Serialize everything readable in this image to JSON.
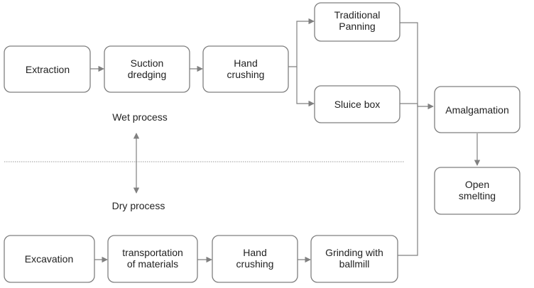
{
  "nodes": {
    "extraction": [
      "Extraction"
    ],
    "suction_dredging": [
      "Suction",
      "dredging"
    ],
    "hand_crushing_wet": [
      "Hand",
      "crushing"
    ],
    "traditional_panning": [
      "Traditional",
      "Panning"
    ],
    "sluice_box": [
      "Sluice box"
    ],
    "amalgamation": [
      "Amalgamation"
    ],
    "open_smelting": [
      "Open",
      "smelting"
    ],
    "excavation": [
      "Excavation"
    ],
    "transportation": [
      "transportation",
      "of materials"
    ],
    "hand_crushing_dry": [
      "Hand",
      "crushing"
    ],
    "grinding": [
      "Grinding with",
      "ballmill"
    ]
  },
  "labels": {
    "wet_process": "Wet process",
    "dry_process": "Dry process"
  },
  "colors": {
    "box_stroke": "#7f7f7f",
    "line": "#808080",
    "divider": "#9a9a9a",
    "text": "#222222"
  }
}
